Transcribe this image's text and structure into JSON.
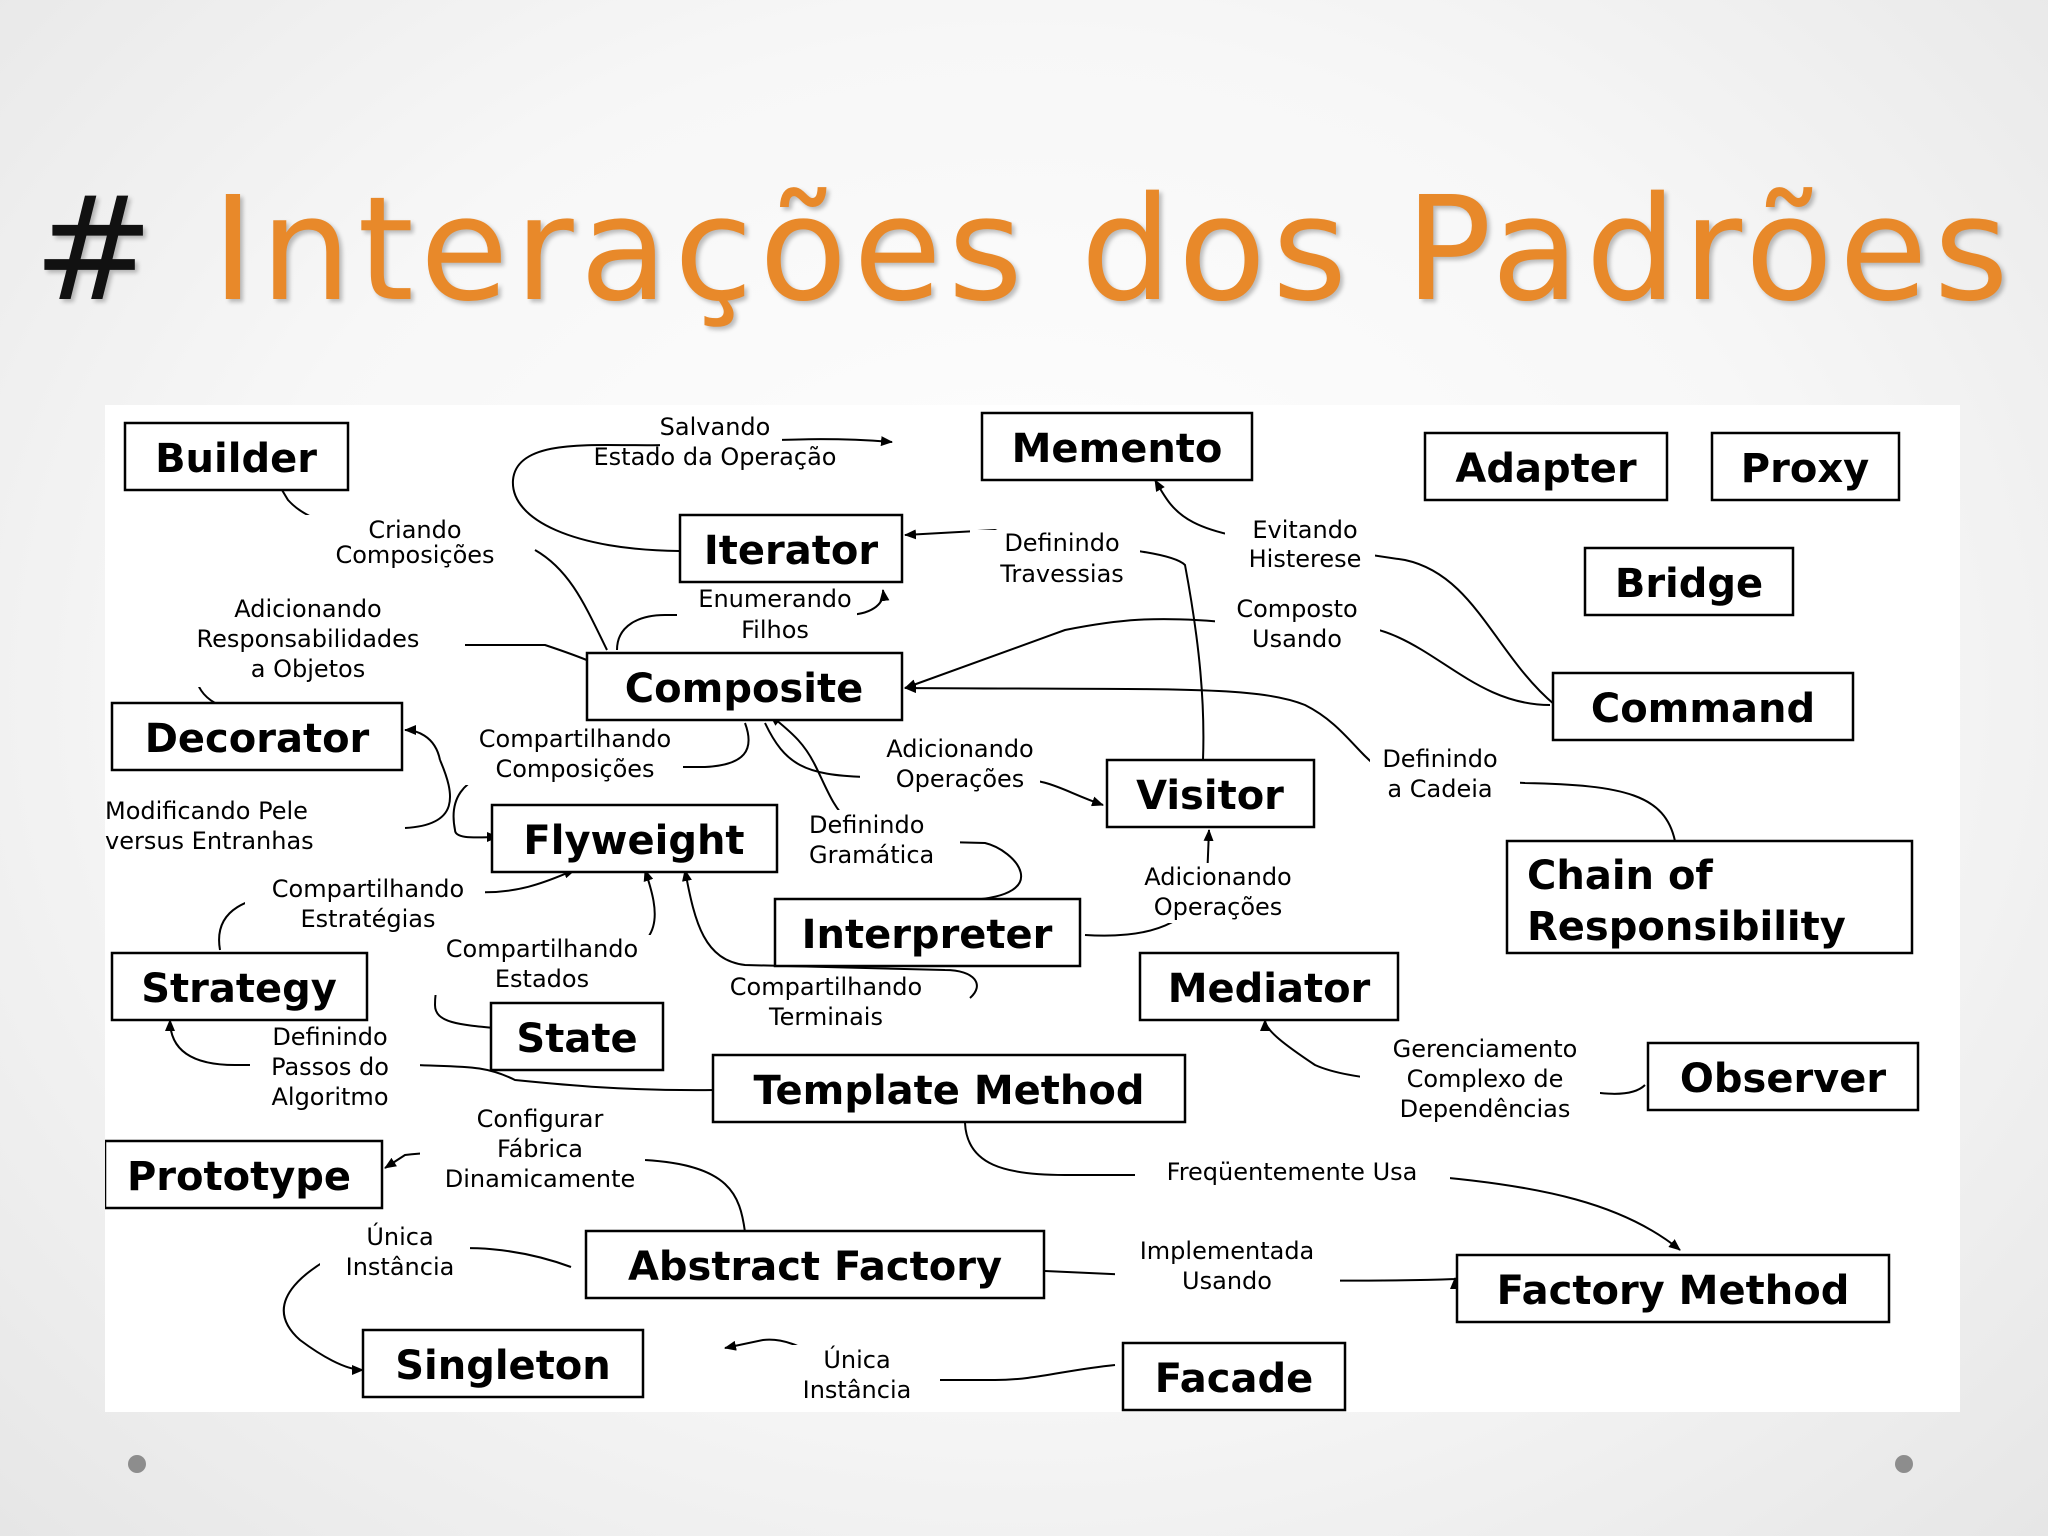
{
  "title": {
    "hash": "#",
    "text": "Interações dos Padrões"
  },
  "colors": {
    "title_accent": "#e8892a",
    "title_hash": "#111111",
    "diagram_bg": "#ffffff"
  },
  "patterns": {
    "builder": "Builder",
    "memento": "Memento",
    "adapter": "Adapter",
    "proxy": "Proxy",
    "iterator": "Iterator",
    "bridge": "Bridge",
    "composite": "Composite",
    "command": "Command",
    "decorator": "Decorator",
    "visitor": "Visitor",
    "flyweight": "Flyweight",
    "chain_line1": "Chain of",
    "chain_line2": "Responsibility",
    "interpreter": "Interpreter",
    "strategy": "Strategy",
    "mediator": "Mediator",
    "state": "State",
    "template_method": "Template Method",
    "observer": "Observer",
    "prototype": "Prototype",
    "abstract_factory": "Abstract Factory",
    "factory_method": "Factory Method",
    "singleton": "Singleton",
    "facade": "Facade"
  },
  "relations": {
    "salvando": [
      "Salvando",
      "Estado da Operação"
    ],
    "criando": [
      "Criando",
      "Composições"
    ],
    "definindo_travessias": [
      "Definindo",
      "Travessias"
    ],
    "evitando": [
      "Evitando",
      "Histerese"
    ],
    "enumerando": [
      "Enumerando",
      "Filhos"
    ],
    "composto": [
      "Composto",
      "Usando"
    ],
    "adicionando_resp": [
      "Adicionando",
      "Responsabilidades",
      "a Objetos"
    ],
    "compartilhando_comp": [
      "Compartilhando",
      "Composições"
    ],
    "adicionando_op1": [
      "Adicionando",
      "Operações"
    ],
    "definindo_cadeia": [
      "Definindo",
      "a Cadeia"
    ],
    "modificando": [
      "Modificando Pele",
      "versus Entranhas"
    ],
    "definindo_gramatica": [
      "Definindo",
      "Gramática"
    ],
    "adicionando_op2": [
      "Adicionando",
      "Operações"
    ],
    "compartilhando_estrat": [
      "Compartilhando",
      "Estratégias"
    ],
    "compartilhando_estados": [
      "Compartilhando",
      "Estados"
    ],
    "compartilhando_term": [
      "Compartilhando",
      "Terminais"
    ],
    "definindo_passos": [
      "Definindo",
      "Passos do",
      "Algoritmo"
    ],
    "gerenciamento": [
      "Gerenciamento",
      "Complexo de",
      "Dependências"
    ],
    "configurar": [
      "Configurar",
      "Fábrica",
      "Dinamicamente"
    ],
    "frequentemente": [
      "Freqüentemente Usa"
    ],
    "unica1": [
      "Única",
      "Instância"
    ],
    "implementada": [
      "Implementada",
      "Usando"
    ],
    "unica2": [
      "Única",
      "Instância"
    ]
  }
}
